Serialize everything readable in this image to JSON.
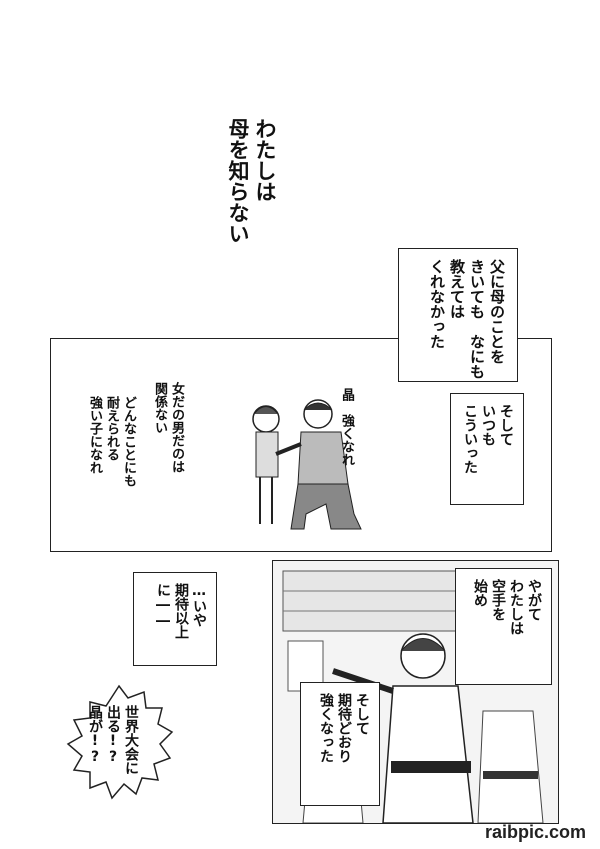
{
  "top_narration": [
    "わたしは",
    "母を知らない"
  ],
  "box_father": [
    "父に母のことを",
    "きいても　なにも",
    "教えては",
    "くれなかった"
  ],
  "panel1": {
    "speech_right": [
      "晶　強くなれ"
    ],
    "speech_mid": [
      "女だの男だのは",
      "関係ない"
    ],
    "speech_left": [
      "どんなことにも",
      "耐えられる",
      "強い子になれ"
    ]
  },
  "box_always": [
    "そして",
    "いつも",
    "こういった"
  ],
  "box_karate": [
    "やがて",
    "わたしは",
    "空手を",
    "始め"
  ],
  "box_strong": [
    "そして",
    "期待どおり",
    "強くなった"
  ],
  "box_beyond": [
    "…いや",
    "期待以上",
    "に――"
  ],
  "caption_bubble": [
    "世界大会に",
    "出る!?",
    "晶が!?"
  ],
  "watermark": "raibpic.com"
}
